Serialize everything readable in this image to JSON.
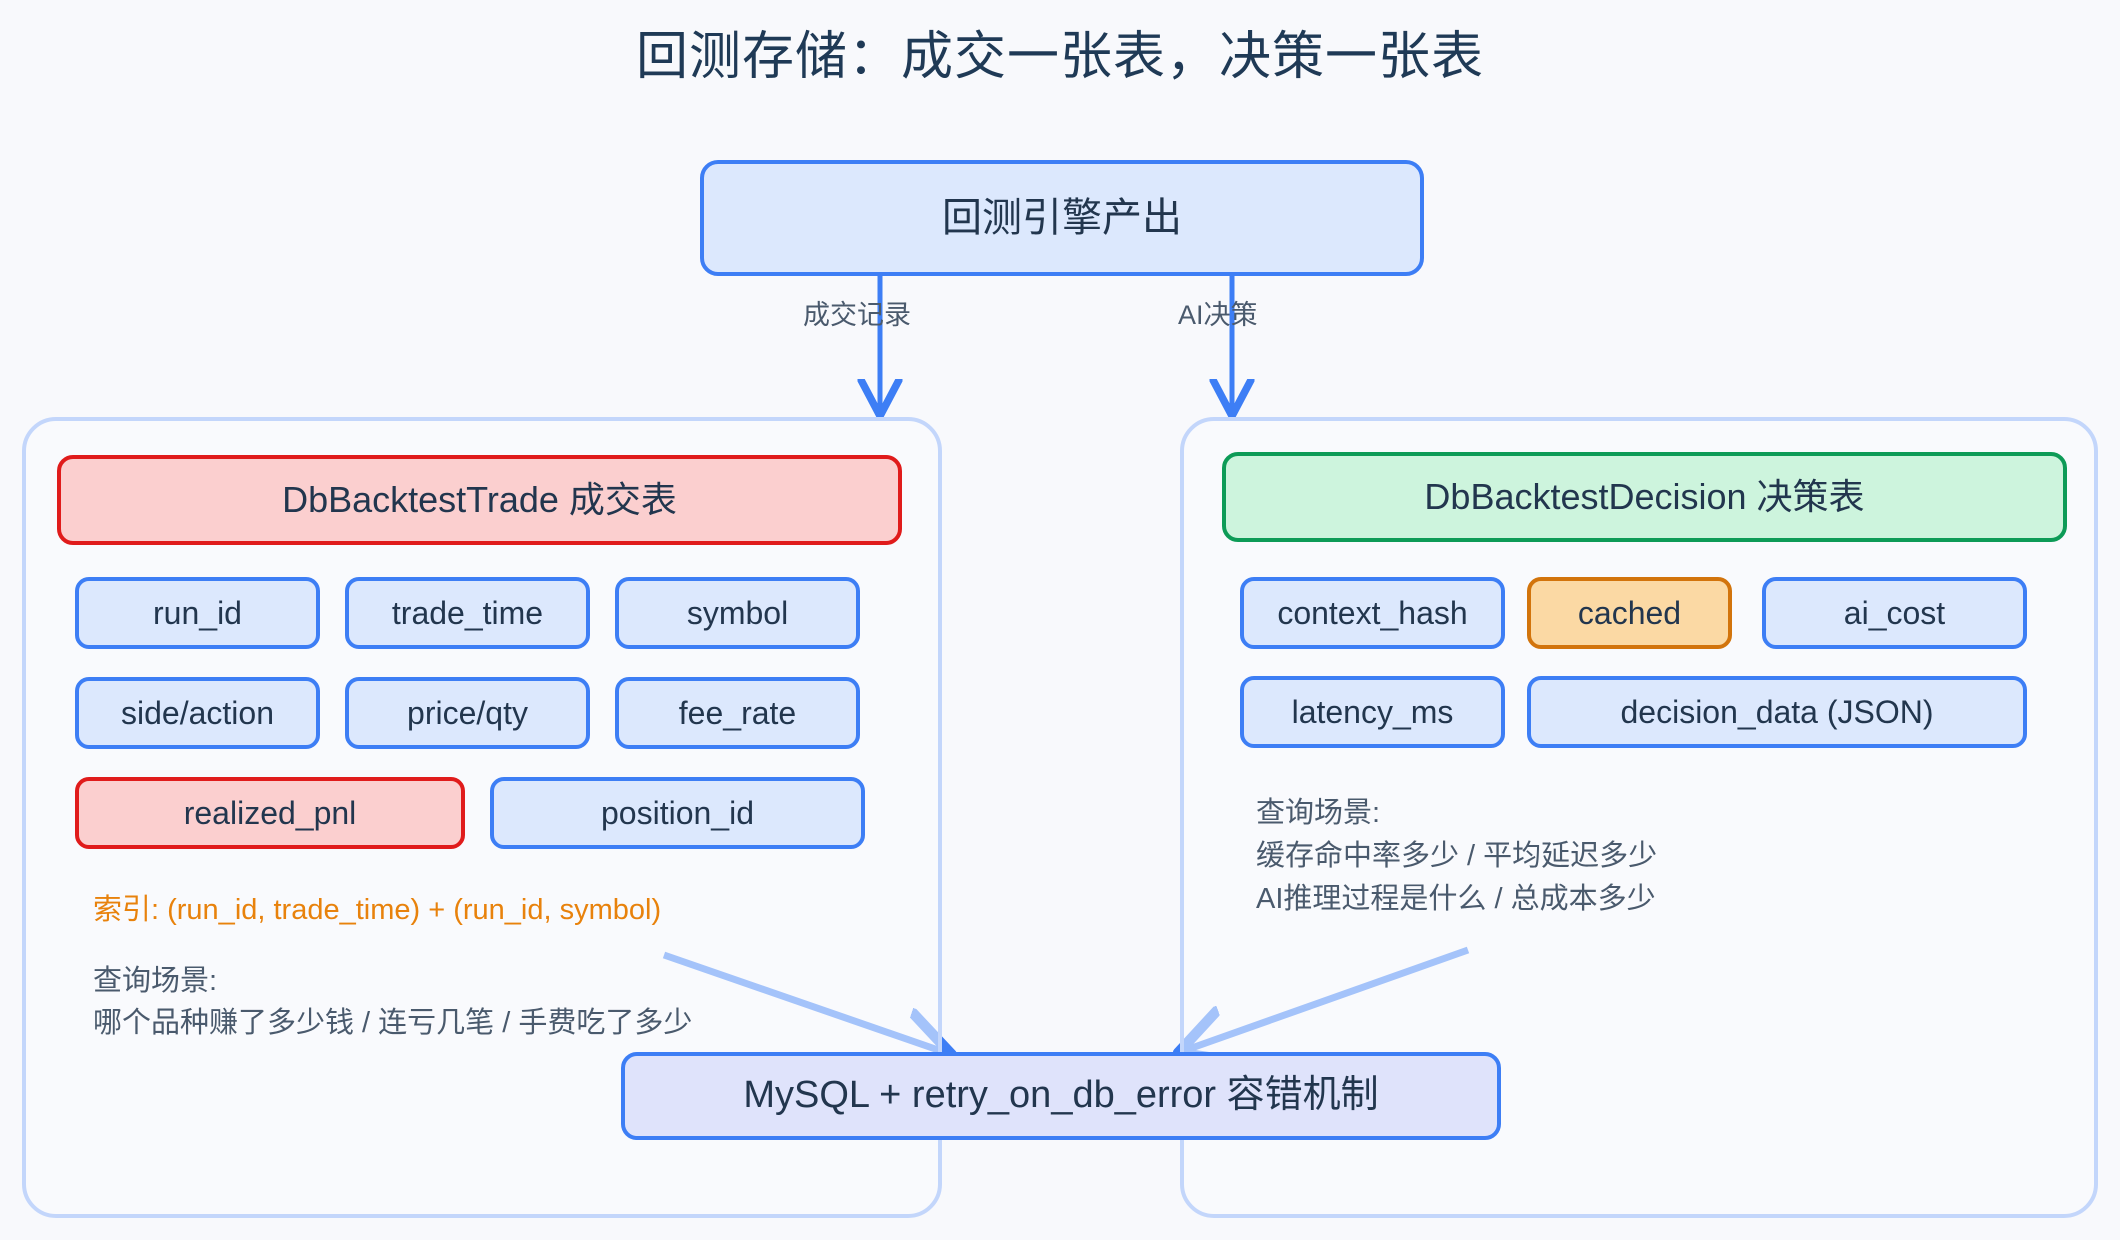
{
  "page": {
    "title": "回测存储：成交一张表，决策一张表",
    "background_color": "#f8f9fc",
    "title_color": "#1f3a56"
  },
  "colors": {
    "blue_fill": "#dce8fd",
    "blue_stroke": "#3d7ef5",
    "red_fill": "#fbcfcf",
    "red_stroke": "#e01b1b",
    "green_fill": "#cdf4dd",
    "green_stroke": "#0d9b57",
    "orange_fill": "#fbd9a4",
    "orange_stroke": "#d2740c",
    "lavender_fill": "#dfe3fb",
    "panel_stroke": "#c3d6fb",
    "index_text": "#e8820c",
    "note_text": "#4a5a6d"
  },
  "source_node": {
    "label": "回测引擎产出"
  },
  "edges": {
    "to_trade_label": "成交记录",
    "to_decision_label": "AI决策"
  },
  "trade_panel": {
    "header": "DbBacktestTrade 成交表",
    "fields_row1": [
      {
        "label": "run_id"
      },
      {
        "label": "trade_time"
      },
      {
        "label": "symbol"
      }
    ],
    "fields_row2": [
      {
        "label": "side/action"
      },
      {
        "label": "price/qty"
      },
      {
        "label": "fee_rate"
      }
    ],
    "fields_row3": [
      {
        "label": "realized_pnl",
        "highlight": "red"
      },
      {
        "label": "position_id",
        "highlight": "blue"
      }
    ],
    "index_text": "索引: (run_id, trade_time) + (run_id, symbol)",
    "note_title": "查询场景:",
    "note_body": "哪个品种赚了多少钱 / 连亏几笔 / 手费吃了多少"
  },
  "decision_panel": {
    "header": "DbBacktestDecision 决策表",
    "fields_row1": [
      {
        "label": "context_hash"
      },
      {
        "label": "cached",
        "highlight": "orange"
      },
      {
        "label": "ai_cost"
      }
    ],
    "fields_row2": [
      {
        "label": "latency_ms"
      },
      {
        "label": "decision_data (JSON)"
      }
    ],
    "note_title": "查询场景:",
    "note_line1": "缓存命中率多少 / 平均延迟多少",
    "note_line2": "AI推理过程是什么 / 总成本多少"
  },
  "storage_node": {
    "label": "MySQL + retry_on_db_error 容错机制"
  }
}
